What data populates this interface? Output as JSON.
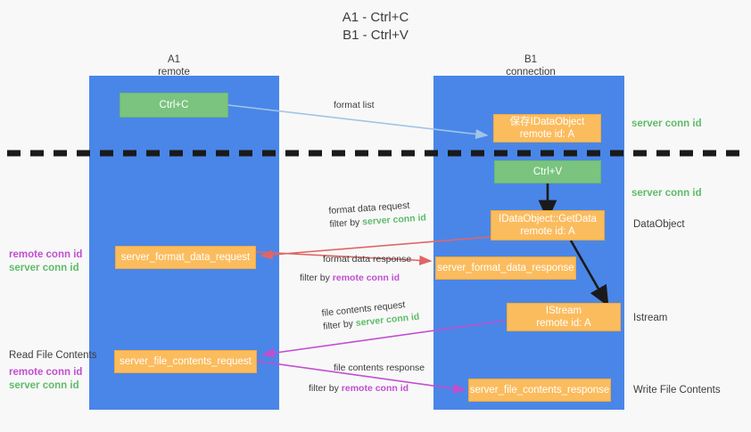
{
  "title": {
    "line1": "A1 - Ctrl+C",
    "line2": "B1 - Ctrl+V"
  },
  "columns": [
    {
      "name": "A1",
      "sub": "remote"
    },
    {
      "name": "B1",
      "sub": "connection"
    }
  ],
  "colors": {
    "lane": "#4a86e8",
    "orange": "#fbbc5e",
    "green": "#7ac47f",
    "server_conn_id": "#5fbb6a",
    "remote_conn_id": "#c14fd0",
    "arrow_blue": "#9fc5e8",
    "arrow_red": "#e06666",
    "arrow_magenta": "#c14fd0",
    "arrow_black": "#1a1a1a",
    "background": "#f8f8f8"
  },
  "nodes": {
    "ctrl_c": {
      "label": "Ctrl+C"
    },
    "save_idataobject": {
      "line1": "保存IDataObject",
      "line2": "remote id: A"
    },
    "ctrl_v": {
      "label": "Ctrl+V"
    },
    "getdata": {
      "line1": "IDataObject::GetData",
      "line2": "remote id: A"
    },
    "format_data_request": {
      "label": "server_format_data_request"
    },
    "format_data_response": {
      "label": "server_format_data_response"
    },
    "istream": {
      "line1": "IStream",
      "line2": "remote id: A"
    },
    "file_contents_request": {
      "label": "server_file_contents_request"
    },
    "file_contents_response": {
      "label": "server_file_contents_response"
    }
  },
  "edges": {
    "format_list": {
      "label": "format list"
    },
    "format_data_request": {
      "label": "format data request",
      "filter_prefix": "filter by ",
      "filter_tag": "server conn id"
    },
    "format_data_response": {
      "label": "format data response",
      "filter_prefix": "filter by ",
      "filter_tag": "remote conn id"
    },
    "file_contents_request": {
      "label": "file contents request",
      "filter_prefix": "filter by ",
      "filter_tag": "server conn id"
    },
    "file_contents_response": {
      "label": "file contents response",
      "filter_prefix": "filter by ",
      "filter_tag": "remote conn id"
    }
  },
  "right_labels": {
    "server_conn_id_top": "server conn id",
    "server_conn_id_mid": "server conn id",
    "dataobject": "DataObject",
    "istream": "Istream",
    "write_file_contents": "Write File Contents"
  },
  "left_labels": {
    "remote_conn_id_1": "remote conn id",
    "server_conn_id_1": "server conn id",
    "read_file_contents": "Read File Contents",
    "remote_conn_id_2": "remote conn id",
    "server_conn_id_2": "server conn id"
  }
}
